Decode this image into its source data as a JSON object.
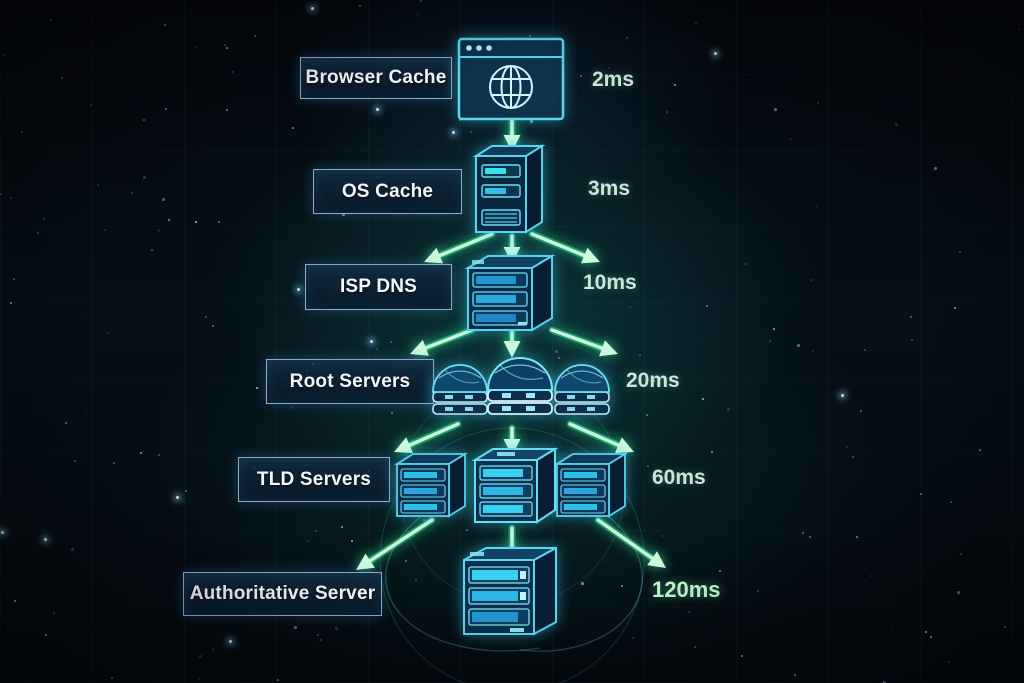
{
  "diagram_name": "DNS lookup resolution flow with latency",
  "stages": [
    {
      "label": "Browser Cache",
      "time": "2ms",
      "icon": "browser-globe-icon"
    },
    {
      "label": "OS Cache",
      "time": "3ms",
      "icon": "desktop-tower-icon"
    },
    {
      "label": "ISP DNS",
      "time": "10ms",
      "icon": "dns-server-icon"
    },
    {
      "label": "Root Servers",
      "time": "20ms",
      "icon": "globe-server-cluster-icon"
    },
    {
      "label": "TLD Servers",
      "time": "60ms",
      "icon": "server-cluster-icon"
    },
    {
      "label": "Authoritative Server",
      "time": "120ms",
      "icon": "authoritative-server-icon"
    }
  ],
  "colors": {
    "background": "#04080f",
    "icon_stroke": "#54d6f0",
    "arrow_green": "#9ff5c3",
    "arrow_glow": "#2fe39a",
    "label_border": "#aad4f0",
    "label_text": "#f4f8fc",
    "time_text": "#cde4da",
    "final_time_text": "#bdf2c9"
  }
}
